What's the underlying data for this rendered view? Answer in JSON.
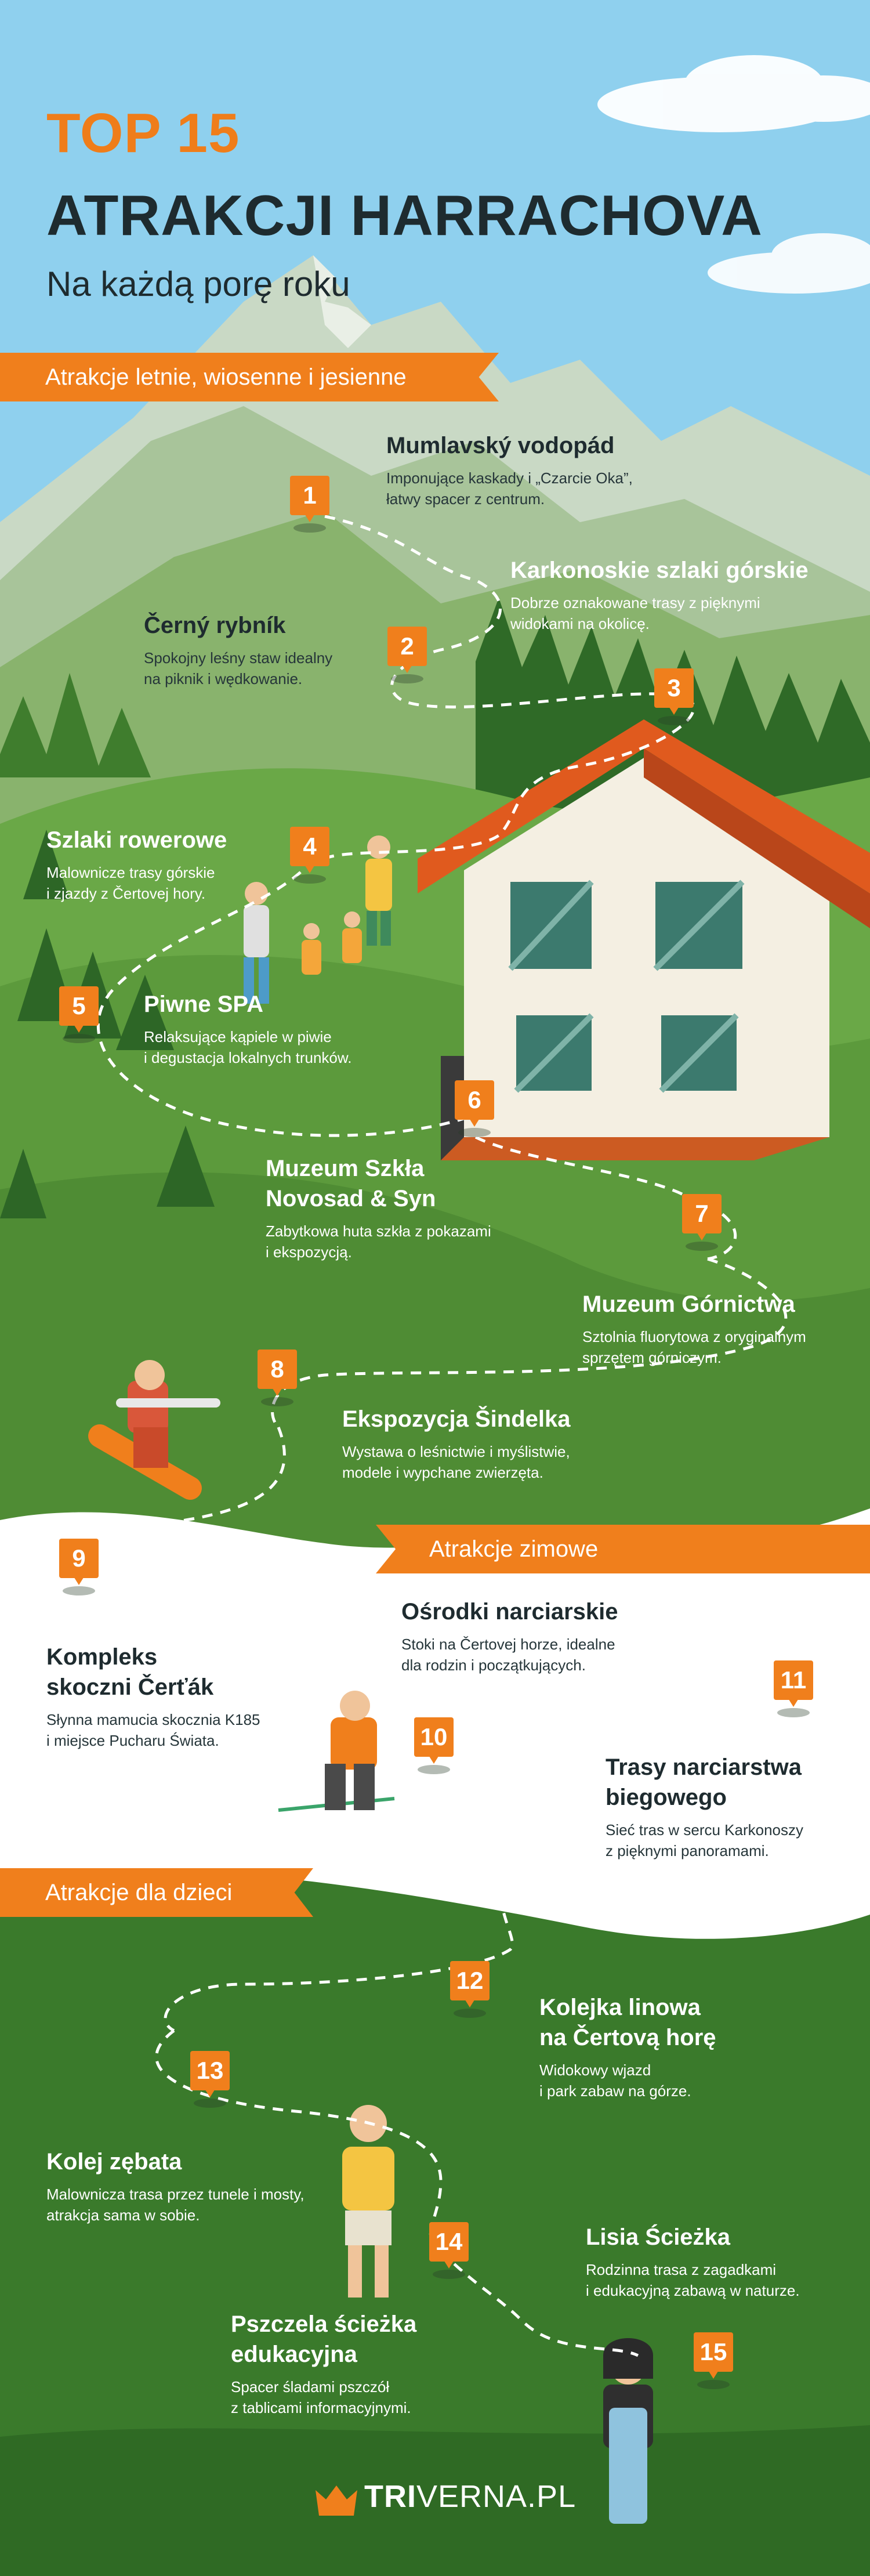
{
  "header": {
    "top_label": "TOP 15",
    "title": "ATRAKCJI HARRACHOVA",
    "subtitle": "Na każdą porę roku"
  },
  "sections": {
    "summer": "Atrakcje letnie, wiosenne i jesienne",
    "winter": "Atrakcje zimowe",
    "kids": "Atrakcje dla dzieci"
  },
  "attractions": [
    {
      "num": "1",
      "title_1": "Mumlavský vodopád",
      "title_2": "",
      "desc_1": "Imponujące kaskady i „Czarcie Oka”,",
      "desc_2": "łatwy spacer z centrum."
    },
    {
      "num": "2",
      "title_1": "Černý rybník",
      "title_2": "",
      "desc_1": "Spokojny leśny staw idealny",
      "desc_2": "na piknik i wędkowanie."
    },
    {
      "num": "3",
      "title_1": "Karkonoskie szlaki górskie",
      "title_2": "",
      "desc_1": "Dobrze oznakowane trasy z pięknymi",
      "desc_2": "widokami na okolicę."
    },
    {
      "num": "4",
      "title_1": "Szlaki rowerowe",
      "title_2": "",
      "desc_1": "Malownicze trasy górskie",
      "desc_2": "i zjazdy z Čertovej hory."
    },
    {
      "num": "5",
      "title_1": "Piwne SPA",
      "title_2": "",
      "desc_1": "Relaksujące kąpiele w piwie",
      "desc_2": "i degustacja lokalnych trunków."
    },
    {
      "num": "6",
      "title_1": "Muzeum Szkła",
      "title_2": "Novosad & Syn",
      "desc_1": "Zabytkowa huta szkła z pokazami",
      "desc_2": "i ekspozycją."
    },
    {
      "num": "7",
      "title_1": "Muzeum Górnictwa",
      "title_2": "",
      "desc_1": "Sztolnia fluorytowa z oryginalnym",
      "desc_2": "sprzętem górniczym."
    },
    {
      "num": "8",
      "title_1": "Ekspozycja Šindelka",
      "title_2": "",
      "desc_1": "Wystawa o leśnictwie i myślistwie,",
      "desc_2": "modele i wypchane zwierzęta."
    },
    {
      "num": "9",
      "title_1": "Kompleks",
      "title_2": "skoczni Čerťák",
      "desc_1": "Słynna mamucia skocznia K185",
      "desc_2": "i miejsce Pucharu Świata."
    },
    {
      "num": "10",
      "title_1": "Ośrodki narciarskie",
      "title_2": "",
      "desc_1": "Stoki na Čertovej horze, idealne",
      "desc_2": "dla rodzin i początkujących."
    },
    {
      "num": "11",
      "title_1": "Trasy narciarstwa",
      "title_2": "biegowego",
      "desc_1": "Sieć tras w sercu Karkonoszy",
      "desc_2": "z pięknymi panoramami."
    },
    {
      "num": "12",
      "title_1": "Kolejka linowa",
      "title_2": "na Čertovą horę",
      "desc_1": "Widokowy wjazd",
      "desc_2": "i park zabaw na górze."
    },
    {
      "num": "13",
      "title_1": "Kolej zębata",
      "title_2": "",
      "desc_1": "Malownicza trasa przez tunele i mosty,",
      "desc_2": "atrakcja sama w sobie."
    },
    {
      "num": "14",
      "title_1": "Pszczela ścieżka",
      "title_2": "edukacyjna",
      "desc_1": "Spacer śladami pszczół",
      "desc_2": "z tablicami informacyjnymi."
    },
    {
      "num": "15",
      "title_1": "Lisia Ścieżka",
      "title_2": "",
      "desc_1": "Rodzinna trasa z zagadkami",
      "desc_2": "i edukacyjną zabawą w naturze."
    }
  ],
  "brand": {
    "part1": "TRI",
    "part2": "VERNA.PL"
  },
  "colors": {
    "accent": "#f07f1c",
    "dark_text": "#1e2b2f",
    "sky": "#8fd0ee",
    "grass": "#5c9a3c",
    "dark_green": "#3a7a2b",
    "snow": "#ffffff"
  },
  "icons": [
    "location-pin-icon",
    "crown-logo-icon"
  ]
}
